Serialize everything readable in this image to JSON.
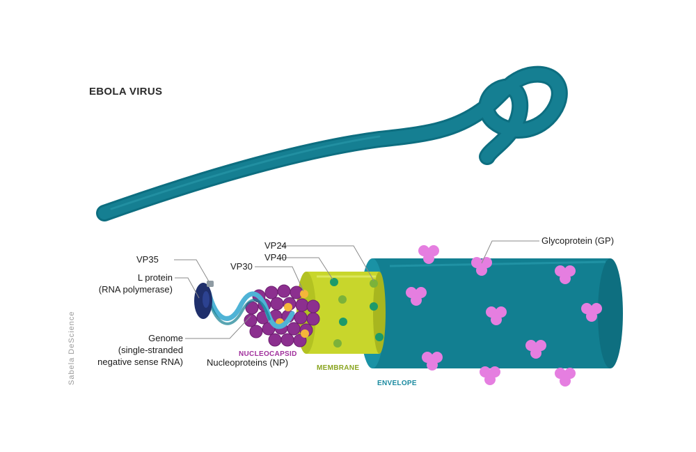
{
  "title": "EBOLA VIRUS",
  "credit": "Sabela DeScience",
  "labels": {
    "vp24": "VP24",
    "vp40": "VP40",
    "vp35": "VP35",
    "vp30": "VP30",
    "l_protein_line1": "L protein",
    "l_protein_line2": "(RNA polymerase)",
    "glycoprotein": "Glycoprotein (GP)",
    "genome_line1": "Genome",
    "genome_line2": "(single-stranded",
    "genome_line3": "negative sense RNA)",
    "nucleocapsid": "NUCLEOCAPSID",
    "nucleoproteins": "Nucleoproteins (NP)",
    "membrane": "MEMBRANE",
    "envelope": "ENVELOPE"
  },
  "colors": {
    "virus": "#157f92",
    "envelope": "#127f91",
    "membrane": "#c8d62c",
    "nucleocapsid": "#8c2f8f",
    "glycoprotein": "#e57ee0",
    "vp30": "#f5b63a",
    "vp40": "#1c9a6a",
    "vp24": "#7bb23a",
    "l_protein": "#1f2f6b",
    "genome": "#4fb3d6",
    "nucleocapsid_label": "#a02f9c",
    "membrane_label": "#8aa521",
    "envelope_label": "#1a8aa0"
  }
}
